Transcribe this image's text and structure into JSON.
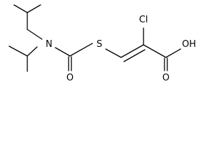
{
  "molecule": {
    "atoms": {
      "nitrogen": "N",
      "sulfur": "S",
      "carbonyl_oxygen": "O",
      "chlorine": "Cl",
      "acid_oxygen": "O",
      "hydroxyl": "OH"
    },
    "text_color": "#000000",
    "bond_color": "#000000",
    "background": "#ffffff"
  }
}
